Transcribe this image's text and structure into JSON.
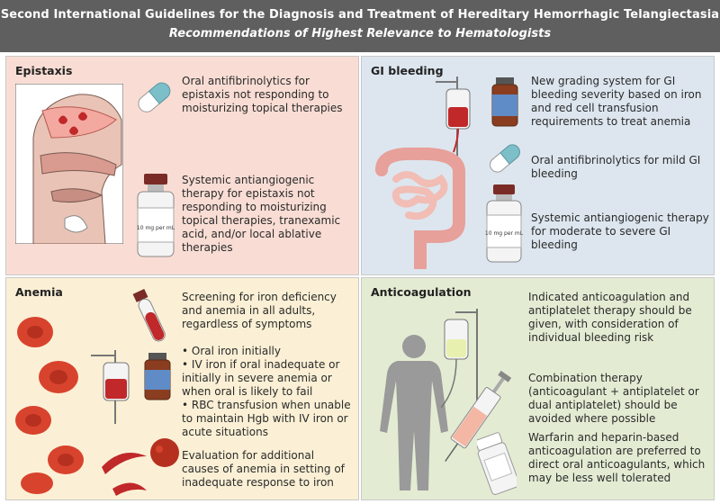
{
  "header": {
    "title": "Second International Guidelines for the Diagnosis and Treatment of Hereditary Hemorrhagic Telangiectasia",
    "subtitle": "Recommendations of Highest Relevance to Hematologists"
  },
  "panels": {
    "epistaxis": {
      "title": "Epistaxis",
      "rec1": "Oral antifibrinolytics for epistaxis not responding to moisturizing topical therapies",
      "rec2": "Systemic antiangiogenic therapy for epistaxis not responding to moisturizing topical therapies, tranexamic acid, and/or local ablative therapies",
      "vial_label": "10 mg per mL"
    },
    "gi": {
      "title": "GI bleeding",
      "rec1": "New grading system for GI bleeding severity based on iron and red cell transfusion requirements to treat anemia",
      "rec2": "Oral antifibrinolytics for mild GI bleeding",
      "rec3": "Systemic antiangiogenic therapy for moderate to severe GI bleeding",
      "vial_label": "10 mg per mL"
    },
    "anemia": {
      "title": "Anemia",
      "rec1": "Screening for iron deficiency and anemia in all adults, regardless of symptoms",
      "bullets": [
        "Oral iron initially",
        "IV iron if oral inadequate or initially in severe anemia or when oral is likely to fail",
        "RBC transfusion when unable to maintain Hgb with IV iron or acute situations"
      ],
      "rec2": "Evaluation for additional causes of anemia in setting of inadequate response to iron"
    },
    "anticoag": {
      "title": "Anticoagulation",
      "rec1": "Indicated anticoagulation and antiplatelet therapy should be given, with consideration of individual bleeding risk",
      "rec2": "Combination therapy (anticoagulant + antiplatelet or dual antiplatelet) should be avoided where possible",
      "rec3": "Warfarin and heparin-based anticoagulation are preferred to direct oral anticoagulants, which may be less well tolerated"
    }
  },
  "colors": {
    "header_bg": "#5f5f5f",
    "epistaxis_bg": "#f9ddd4",
    "gi_bg": "#dde6ef",
    "anemia_bg": "#fbf0d5",
    "anticoag_bg": "#e3ecd3",
    "blood": "#c0282a"
  }
}
